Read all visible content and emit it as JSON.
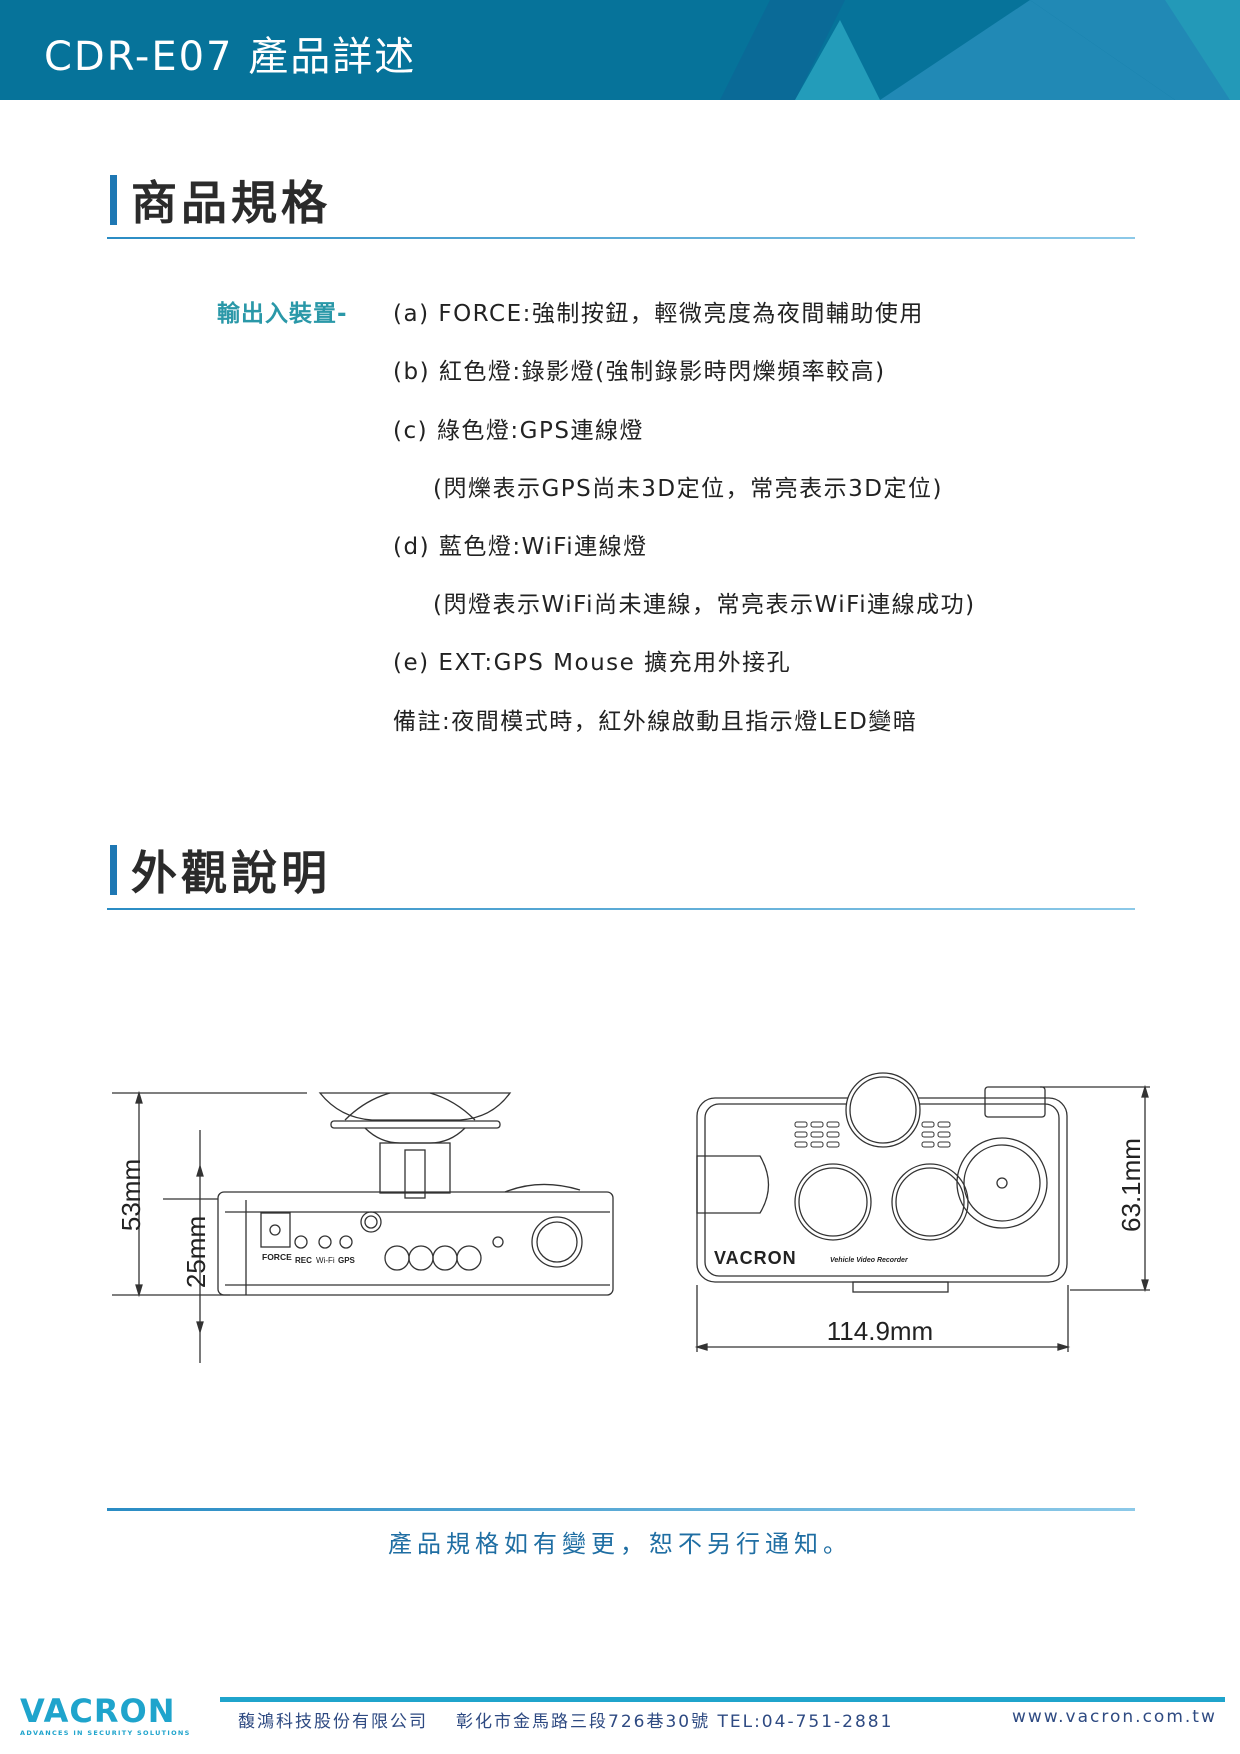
{
  "header": {
    "title": "CDR-E07 產品詳述"
  },
  "spec_section": {
    "title": "商品規格",
    "label": "輸出入裝置-",
    "lines": [
      "(a) FORCE:強制按鈕，輕微亮度為夜間輔助使用",
      "(b) 紅色燈:錄影燈(強制錄影時閃爍頻率較高)",
      "(c) 綠色燈:GPS連線燈",
      "(閃爍表示GPS尚未3D定位，常亮表示3D定位)",
      "(d) 藍色燈:WiFi連線燈",
      "(閃燈表示WiFi尚未連線，常亮表示WiFi連線成功)",
      "(e) EXT:GPS Mouse 擴充用外接孔",
      "備註:夜間模式時，紅外線啟動且指示燈LED變暗"
    ]
  },
  "appearance_section": {
    "title": "外觀說明",
    "side_view": {
      "total_height": "53mm",
      "body_height": "25mm",
      "labels": {
        "force": "FORCE",
        "rec": "REC",
        "wifi": "Wi-Fi",
        "gps": "GPS"
      }
    },
    "top_view": {
      "width": "114.9mm",
      "height": "63.1mm",
      "brand": "VACRON",
      "subtitle": "Vehicle Video Recorder"
    }
  },
  "notice": "產品規格如有變更，恕不另行通知。",
  "footer": {
    "logo": "VACRON",
    "tagline": "ADVANCES IN SECURITY SOLUTIONS",
    "company": "馥鴻科技股份有限公司",
    "address": "彰化市金馬路三段726巷30號 TEL:04-751-2881",
    "website": "www.vacron.com.tw"
  },
  "colors": {
    "header": "#06739a",
    "accent": "#1e78b4",
    "label": "#2a98a8",
    "footer_line": "#1fa4cc"
  }
}
